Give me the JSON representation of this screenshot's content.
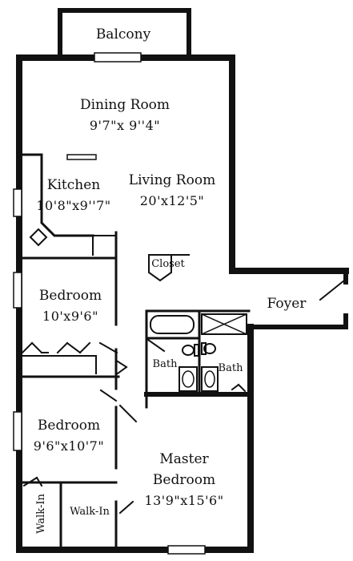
{
  "rooms": {
    "balcony": {
      "name": "Balcony"
    },
    "dining": {
      "name": "Dining Room",
      "dims": "9'7\"x 9''4\""
    },
    "kitchen": {
      "name": "Kitchen",
      "dims": "10'8\"x9''7\""
    },
    "living": {
      "name": "Living Room",
      "dims": "20'x12'5\""
    },
    "closet": {
      "name": "Closet"
    },
    "foyer": {
      "name": "Foyer"
    },
    "bedroom1": {
      "name": "Bedroom",
      "dims": "10'x9'6\""
    },
    "bath1": {
      "name": "Bath"
    },
    "bath2": {
      "name": "Bath"
    },
    "bedroom2": {
      "name": "Bedroom",
      "dims": "9'6\"x10'7\""
    },
    "master": {
      "name": "Master",
      "name2": "Bedroom",
      "dims": "13'9\"x15'6\""
    },
    "walkin1": {
      "name": "Walk-In"
    },
    "walkin2": {
      "name": "Walk-In"
    }
  }
}
